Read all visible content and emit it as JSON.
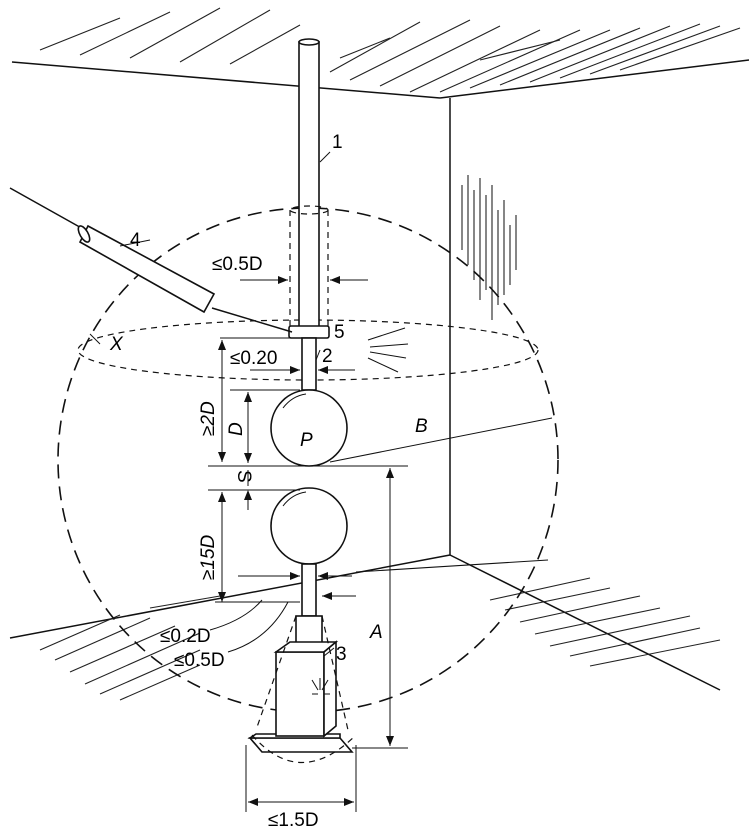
{
  "labels": {
    "rod_number": "1",
    "insulator_number": "2",
    "base_number": "3",
    "side_rod_number": "4",
    "collar_number": "5",
    "point_x": "X",
    "sphere_p": "P",
    "dim_b": "B",
    "dim_a": "A",
    "dim_s": "S",
    "dim_d": "D",
    "top_clearance": "≤0.5D",
    "insulator_clearance": "≤0.20",
    "above_spacing": "≥2D",
    "below_spacing": "≥15D",
    "lower_clearance_1": "≤0.2D",
    "lower_clearance_2": "≤0.5D",
    "base_width": "≤1.5D"
  }
}
